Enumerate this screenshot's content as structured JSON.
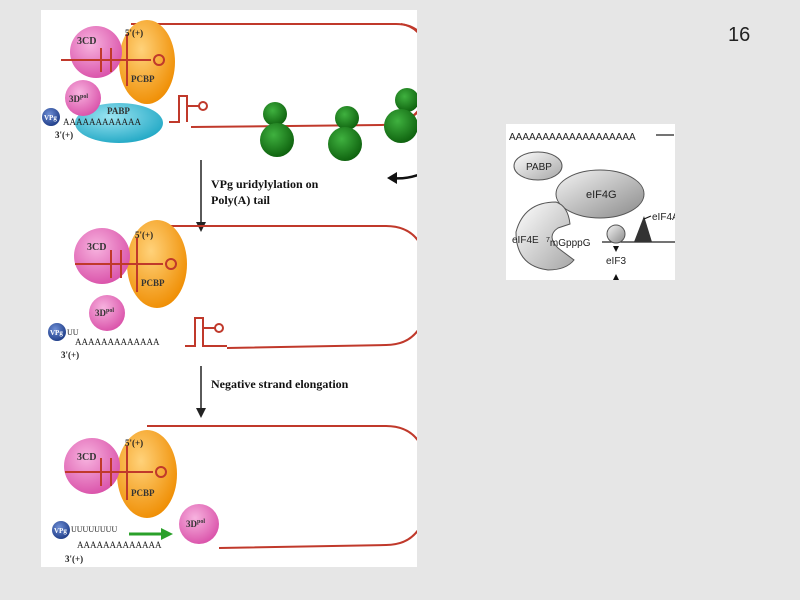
{
  "slide": {
    "number": "16"
  },
  "left_figure": {
    "panels": [
      {
        "id": "top",
        "protein_3cd": "3CD",
        "end_5": "5'(+)",
        "protein_pcbp": "PCBP",
        "protein_3d": "3D",
        "protein_3d_sup": "pol",
        "protein_pabp": "PABP",
        "vpg": "VPg",
        "polya": "AAAAAAAAAAAA",
        "end_3": "3'(+)"
      },
      {
        "id": "middle",
        "protein_3cd": "3CD",
        "end_5": "5'(+)",
        "protein_pcbp": "PCBP",
        "protein_3d": "3D",
        "protein_3d_sup": "pol",
        "vpg": "VPg",
        "vpg_suffix": "UU",
        "polya": "AAAAAAAAAAAAA",
        "end_3": "3'(+)"
      },
      {
        "id": "bottom",
        "protein_3cd": "3CD",
        "end_5": "5'(+)",
        "protein_pcbp": "PCBP",
        "protein_3d": "3D",
        "protein_3d_sup": "pol",
        "vpg": "VPg",
        "vpg_suffix": "UUUUUUUU",
        "polya": "AAAAAAAAAAAAA",
        "end_3": "3'(+)"
      }
    ],
    "steps": [
      {
        "line1": "VPg uridylylation on",
        "line2": "Poly(A) tail"
      },
      {
        "line1": "Negative strand elongation",
        "line2": ""
      }
    ],
    "colors": {
      "rna": "#c0392b",
      "cd3": "#e36cb8",
      "pcbp": "#f39c12",
      "pabp": "#39b6cf",
      "vpg": "#2c4f9e",
      "ribosome": "#1c7a1c",
      "elongation_arrow": "#2aa02a"
    }
  },
  "right_figure": {
    "polya": "AAAAAAAAAAAAAAAAAAA",
    "pabp": "PABP",
    "eif4g": "eIF4G",
    "eif4a": "eIF4A",
    "eif4e": "eIF4E",
    "cap_sup": "7",
    "cap": "mGpppG",
    "eif3": "eIF3"
  }
}
